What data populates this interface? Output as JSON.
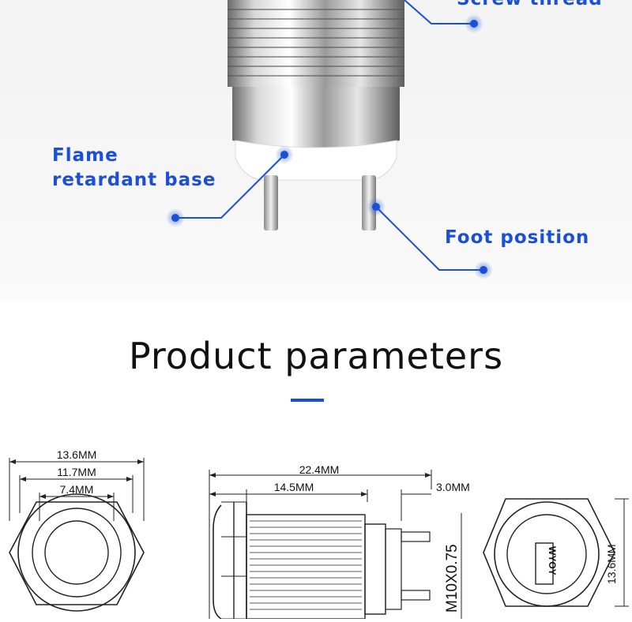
{
  "callouts": {
    "screw_thread": "Screw thread",
    "flame_base_line1": "Flame",
    "flame_base_line2": "retardant base",
    "foot_position": "Foot position"
  },
  "section": {
    "title": "Product parameters"
  },
  "dimensions": {
    "front": {
      "outer": "13.6MM",
      "middle": "11.7MM",
      "inner": "7.4MM"
    },
    "side": {
      "total_length": "22.4MM",
      "thread_length": "14.5MM",
      "pin_length": "3.0MM",
      "thread_spec": "M10X0.75"
    },
    "back": {
      "height": "13.6MM",
      "brand": "WYOY"
    }
  },
  "colors": {
    "accent": "#1a4fd6",
    "text": "#111111"
  }
}
